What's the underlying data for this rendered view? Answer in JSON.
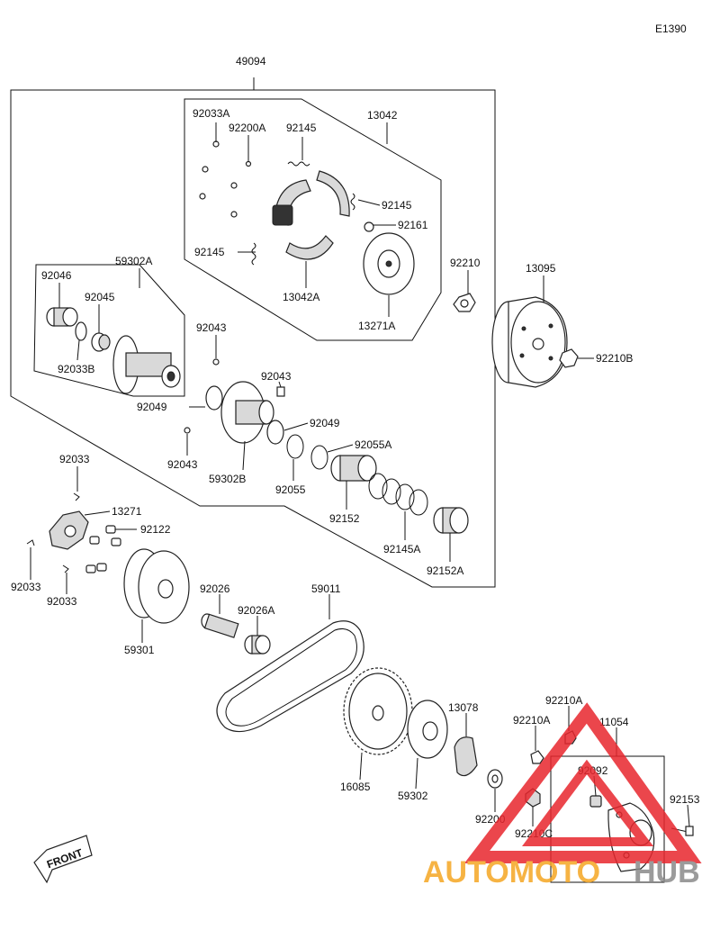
{
  "diagram_code": "E1390",
  "labels": {
    "l49094": "49094",
    "l92033A": "92033A",
    "l92200A": "92200A",
    "l92145a": "92145",
    "l13042": "13042",
    "l92145b": "92145",
    "l92161": "92161",
    "l92145c": "92145",
    "l13042A": "13042A",
    "l13271A": "13271A",
    "l92210": "92210",
    "l13095": "13095",
    "l92210B": "92210B",
    "l92046": "92046",
    "l59302A": "59302A",
    "l92045": "92045",
    "l92033B": "92033B",
    "l92043a": "92043",
    "l92043b": "92043",
    "l92049a": "92049",
    "l92049b": "92049",
    "l92055A": "92055A",
    "l92043c": "92043",
    "l59302B": "59302B",
    "l92055": "92055",
    "l92152": "92152",
    "l92145A": "92145A",
    "l92152A": "92152A",
    "l92033a": "92033",
    "l13271": "13271",
    "l92122": "92122",
    "l92033b": "92033",
    "l92033c": "92033",
    "l59301": "59301",
    "l92026": "92026",
    "l92026A": "92026A",
    "l59011": "59011",
    "l13078": "13078",
    "l92210Aa": "92210A",
    "l92210Ab": "92210A",
    "l11054": "11054",
    "l92092": "92092",
    "l16085": "16085",
    "l59302": "59302",
    "l92200": "92200",
    "l92210C": "92210C",
    "l92153": "92153"
  },
  "front_marker": "FRONT",
  "watermark": {
    "text_orange": "AUTOMOTO",
    "text_gray": "HUB",
    "color_orange": "#f5a623",
    "color_red": "#e8262d",
    "color_gray": "#8a8a8a"
  }
}
